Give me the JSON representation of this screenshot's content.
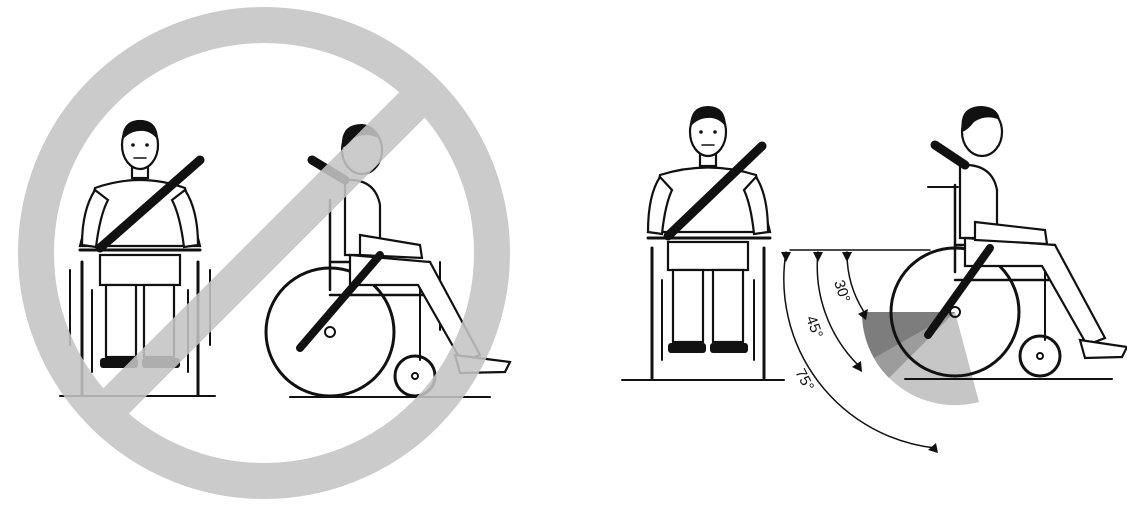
{
  "colors": {
    "prohibition": "#c4c4c4",
    "line": "#111111",
    "wedge_outer": "#c6c6c6",
    "wedge_middle": "#9c9c9c",
    "wedge_inner": "#7d7d7d",
    "seated_overlay": "#b5b5b5"
  },
  "angles": {
    "a30": "30°",
    "a45": "45°",
    "a75": "75°"
  }
}
